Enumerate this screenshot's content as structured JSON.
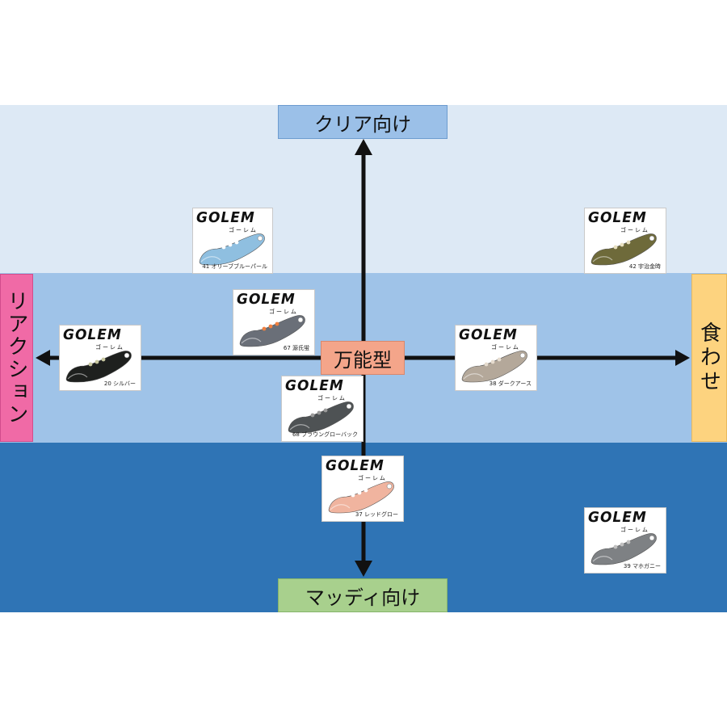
{
  "axes": {
    "top": "クリア向け",
    "bottom": "マッディ向け",
    "left": "リアクション",
    "right": "食わせ",
    "center": "万能型"
  },
  "brand": {
    "logo": "GOLEM",
    "logo_sub": "ゴーレム"
  },
  "colors": {
    "band_top": "#dde9f5",
    "band_mid": "#9fc3e8",
    "band_bot": "#2f74b5",
    "top_label": "#9bc0e8",
    "bottom_label": "#a8d08d",
    "left_label": "#f06aa6",
    "right_label": "#fdd37f",
    "center_label": "#f4a58a"
  },
  "lures": [
    {
      "caption": "41 オリーブブルーパール",
      "body_color": "#8fbfe0",
      "dot_color": "#ffffff"
    },
    {
      "caption": "42 宇治金時",
      "body_color": "#6e6a3a",
      "dot_color": "#e8e0c0"
    },
    {
      "caption": "67 源氏蛍",
      "body_color": "#6a6f78",
      "dot_color": "#f08040"
    },
    {
      "caption": "20 シルバー",
      "body_color": "#1e201e",
      "dot_color": "#c8c8a0"
    },
    {
      "caption": "38 ダークアース",
      "body_color": "#b4a89a",
      "dot_color": "#e6dccf"
    },
    {
      "caption": "68 ブラウングローバック",
      "body_color": "#4e5254",
      "dot_color": "#9a9a9a"
    },
    {
      "caption": "37 レッドグロー",
      "body_color": "#f0b49f",
      "dot_color": "#ffffff"
    },
    {
      "caption": "39 マホガニー",
      "body_color": "#7e8184",
      "dot_color": "#c0c0c0"
    }
  ]
}
